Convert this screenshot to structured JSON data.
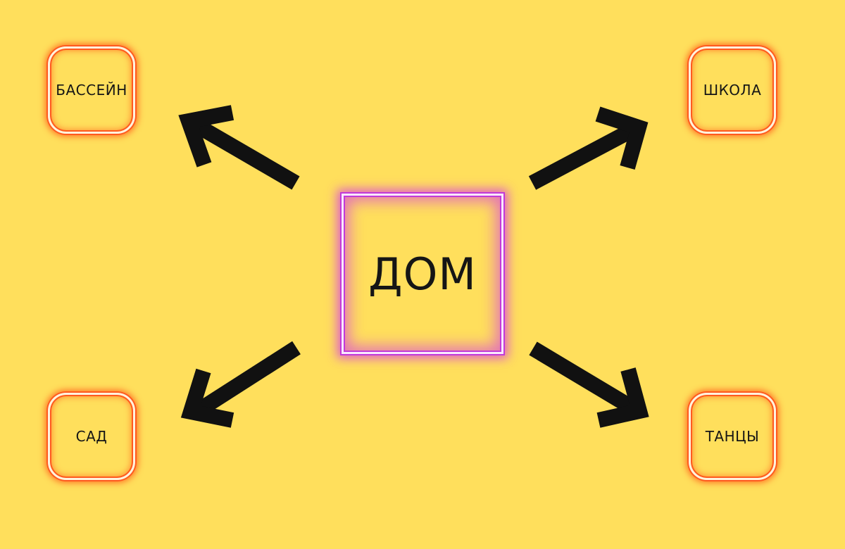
{
  "diagram": {
    "center": {
      "label": "ДОМ"
    },
    "nodes": {
      "top_left": {
        "label": "БАССЕЙН"
      },
      "top_right": {
        "label": "ШКОЛА"
      },
      "bottom_left": {
        "label": "САД"
      },
      "bottom_right": {
        "label": "ТАНЦЫ"
      }
    },
    "edges": [
      {
        "from": "ДОМ",
        "to": "БАССЕЙН"
      },
      {
        "from": "ДОМ",
        "to": "ШКОЛА"
      },
      {
        "from": "ДОМ",
        "to": "САД"
      },
      {
        "from": "ДОМ",
        "to": "ТАНЦЫ"
      }
    ]
  },
  "colors": {
    "background": "#ffdf5c",
    "center_glow": "#c23ad8",
    "node_glow": "#ff5a1f",
    "arrow": "#111111"
  }
}
